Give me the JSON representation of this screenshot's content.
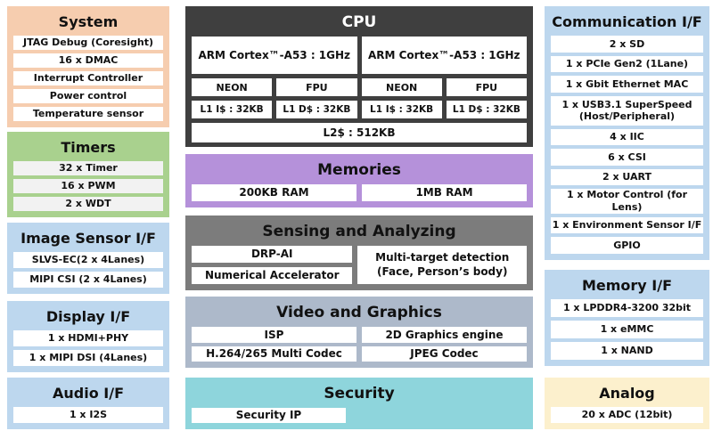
{
  "colors": {
    "canvas": "#ffffff",
    "system": "#F6CDAF",
    "timers": "#A9D18E",
    "blue": "#BDD7EE",
    "cpu": "#3F3F3F",
    "memories": "#B591DA",
    "sensing": "#7C7C7C",
    "video": "#ADB9CA",
    "security": "#8ED5DC",
    "analog": "#FCF0CD",
    "item_bg": "#FFFFFF",
    "timers_item_bg": "#F2F2F2"
  },
  "blocks": {
    "system": {
      "title": "System",
      "items": [
        "JTAG Debug (Coresight)",
        "16 x DMAC",
        "Interrupt Controller",
        "Power control",
        "Temperature sensor"
      ]
    },
    "timers": {
      "title": "Timers",
      "items": [
        "32 x Timer",
        "16 x PWM",
        "2 x WDT"
      ]
    },
    "image_sensor": {
      "title": "Image Sensor I/F",
      "items": [
        "SLVS-EC(2 x 4Lanes)",
        "MIPI CSI (2 x 4Lanes)"
      ]
    },
    "display": {
      "title": "Display I/F",
      "items": [
        "1 x HDMI+PHY",
        "1 x MIPI DSI (4Lanes)"
      ]
    },
    "audio": {
      "title": "Audio I/F",
      "items": [
        "1 x I2S"
      ]
    },
    "cpu": {
      "title": "CPU",
      "cores": [
        "ARM Cortex™-A53 : 1GHz",
        "ARM Cortex™-A53 : 1GHz"
      ],
      "units": [
        "NEON",
        "FPU",
        "NEON",
        "FPU"
      ],
      "l1_caches": [
        "L1 I$ : 32KB",
        "L1 D$ : 32KB",
        "L1 I$ : 32KB",
        "L1 D$ : 32KB"
      ],
      "l2_cache": "L2$ : 512KB"
    },
    "memories": {
      "title": "Memories",
      "items": [
        "200KB RAM",
        "1MB RAM"
      ]
    },
    "sensing": {
      "title": "Sensing and Analyzing",
      "items_left": [
        "DRP-AI",
        "Numerical Accelerator"
      ],
      "item_right": "Multi-target detection\n(Face, Person’s body)"
    },
    "video": {
      "title": "Video and Graphics",
      "items": [
        "ISP",
        "2D Graphics engine",
        "H.264/265 Multi Codec",
        "JPEG Codec"
      ]
    },
    "security": {
      "title": "Security",
      "items": [
        "Security IP"
      ]
    },
    "communication": {
      "title": "Communication I/F",
      "items": [
        "2 x SD",
        "1 x PCIe Gen2 (1Lane)",
        "1 x Gbit Ethernet MAC",
        "1 x USB3.1 SuperSpeed\n(Host/Peripheral)",
        "4 x IIC",
        "6 x CSI",
        "2 x UART",
        "1 x Motor Control (for Lens)",
        "1 x Environment Sensor I/F",
        "GPIO"
      ]
    },
    "memory_if": {
      "title": "Memory I/F",
      "items": [
        "1 x LPDDR4-3200 32bit",
        "1 x eMMC",
        "1 x NAND"
      ]
    },
    "analog": {
      "title": "Analog",
      "items": [
        "20 x ADC (12bit)"
      ]
    }
  }
}
